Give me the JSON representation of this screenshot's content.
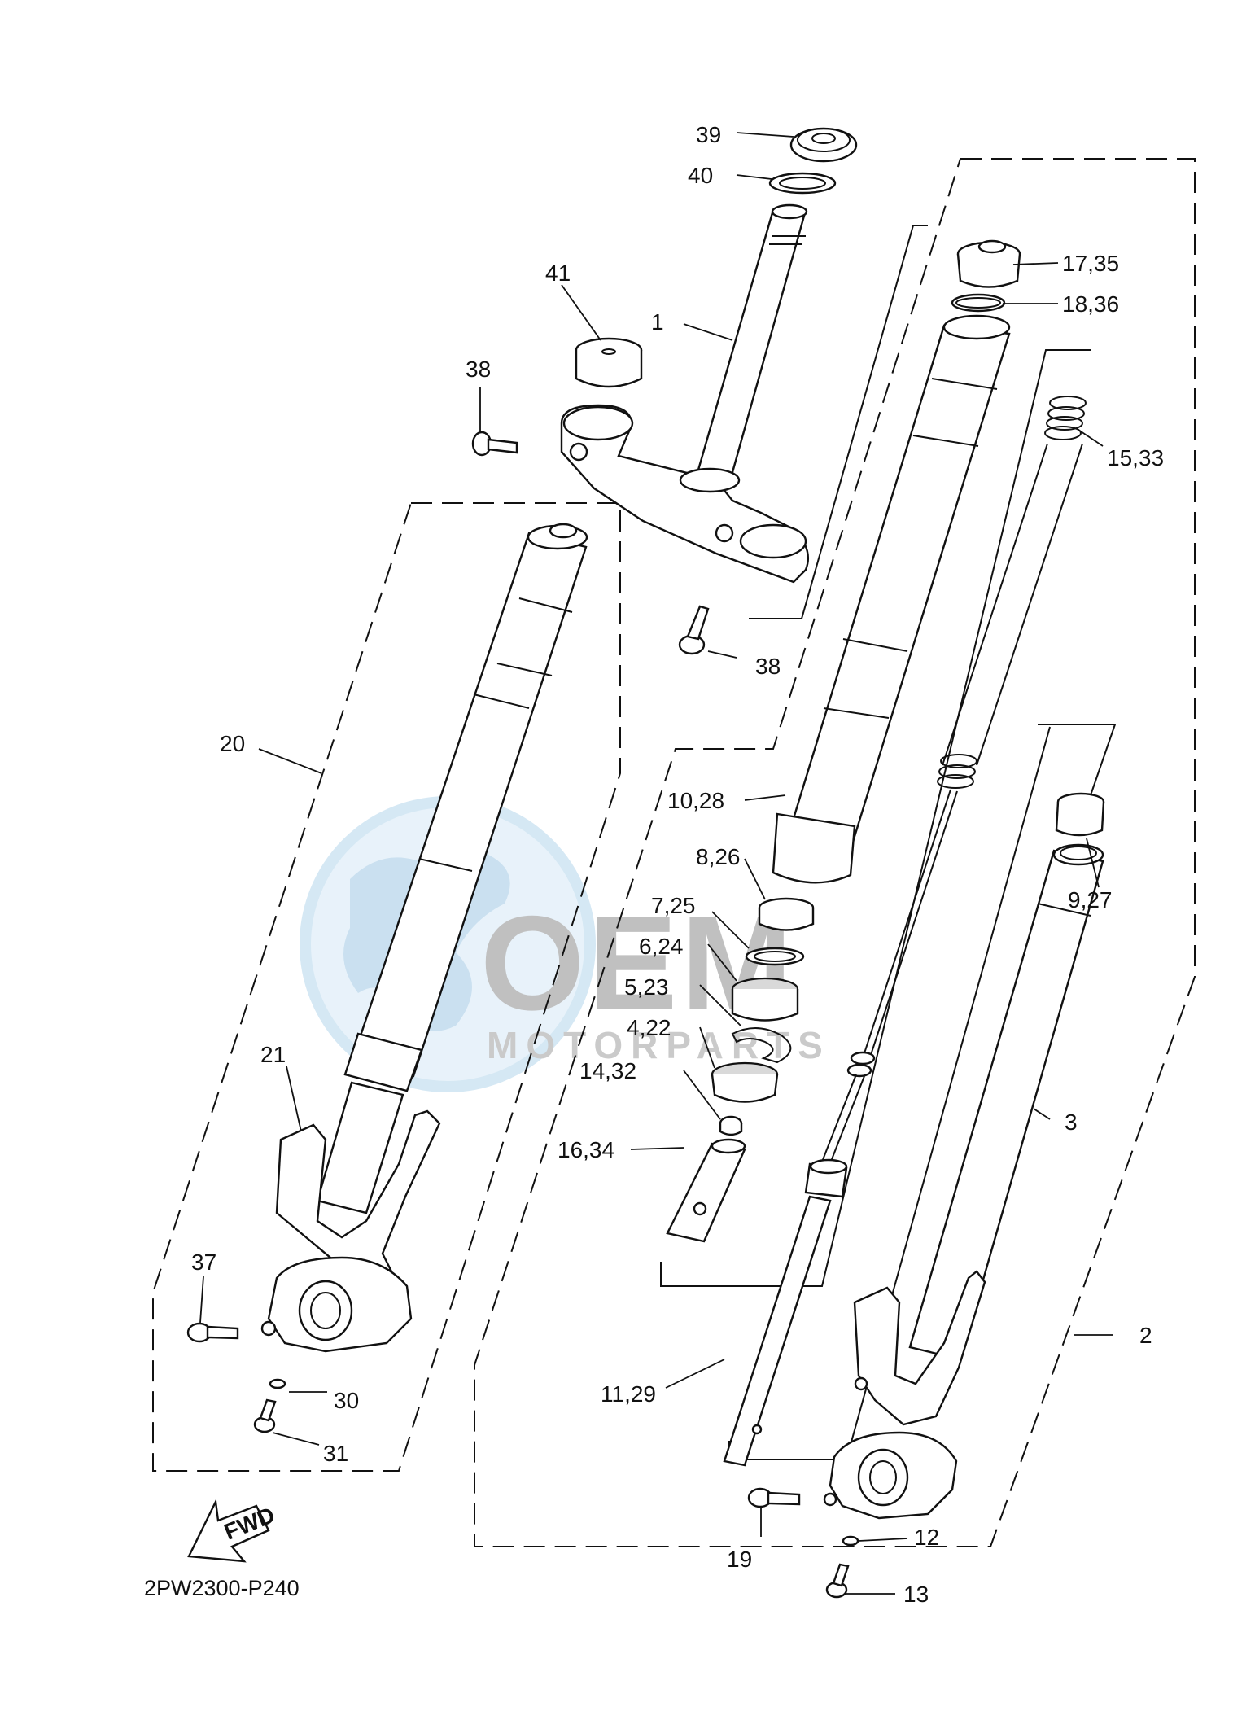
{
  "diagram": {
    "diagram_code": "2PW2300-P240",
    "fwd_label": "FWD",
    "watermark": {
      "brand": "OEM",
      "sub": "MOTORPARTS",
      "colors": {
        "globe": "#bcdcef",
        "text": "#9a9a9a"
      }
    },
    "callouts": [
      "39",
      "40",
      "17,35",
      "18,36",
      "41",
      "1",
      "38",
      "15,33",
      "38",
      "20",
      "10,28",
      "8,26",
      "9,27",
      "7,25",
      "6,24",
      "5,23",
      "4,22",
      "14,32",
      "16,34",
      "21",
      "3",
      "37",
      "2",
      "30",
      "11,29",
      "31",
      "12",
      "19",
      "13"
    ]
  }
}
